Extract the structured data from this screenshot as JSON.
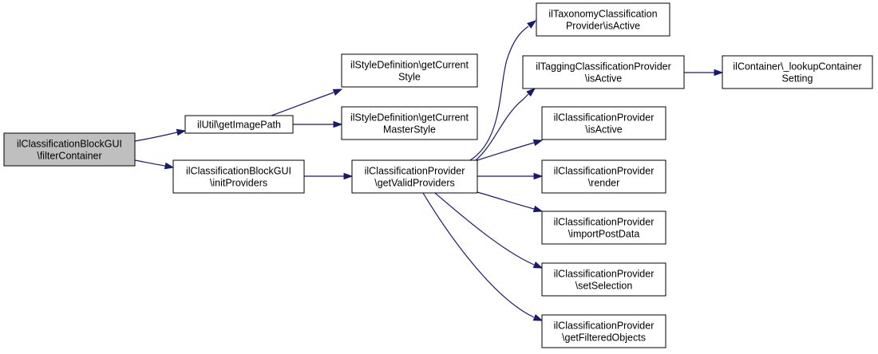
{
  "diagram": {
    "type": "call-graph",
    "colors": {
      "edge": "#191970",
      "root_fill": "#bfbfbf",
      "node_fill": "#ffffff",
      "border": "#000000"
    },
    "nodes": [
      {
        "id": "filterContainer",
        "lines": [
          "ilClassificationBlockGUI",
          "\\filterContainer"
        ],
        "root": true
      },
      {
        "id": "getImagePath",
        "lines": [
          "ilUtil\\getImagePath"
        ]
      },
      {
        "id": "initProviders",
        "lines": [
          "ilClassificationBlockGUI",
          "\\initProviders"
        ]
      },
      {
        "id": "getCurrentStyle",
        "lines": [
          "ilStyleDefinition\\getCurrent",
          "Style"
        ]
      },
      {
        "id": "getCurrentMasterStyle",
        "lines": [
          "ilStyleDefinition\\getCurrent",
          "MasterStyle"
        ]
      },
      {
        "id": "getValidProviders",
        "lines": [
          "ilClassificationProvider",
          "\\getValidProviders"
        ]
      },
      {
        "id": "taxonomyIsActive",
        "lines": [
          "ilTaxonomyClassification",
          "Provider\\isActive"
        ]
      },
      {
        "id": "taggingIsActive",
        "lines": [
          "ilTaggingClassificationProvider",
          "\\isActive"
        ]
      },
      {
        "id": "lookupContainerSetting",
        "lines": [
          "ilContainer\\_lookupContainer",
          "Setting"
        ]
      },
      {
        "id": "providerIsActive",
        "lines": [
          "ilClassificationProvider",
          "\\isActive"
        ]
      },
      {
        "id": "providerRender",
        "lines": [
          "ilClassificationProvider",
          "\\render"
        ]
      },
      {
        "id": "providerImportPostData",
        "lines": [
          "ilClassificationProvider",
          "\\importPostData"
        ]
      },
      {
        "id": "providerSetSelection",
        "lines": [
          "ilClassificationProvider",
          "\\setSelection"
        ]
      },
      {
        "id": "providerGetFilteredObjects",
        "lines": [
          "ilClassificationProvider",
          "\\getFilteredObjects"
        ]
      }
    ],
    "edges": [
      {
        "from": "filterContainer",
        "to": "getImagePath"
      },
      {
        "from": "filterContainer",
        "to": "initProviders"
      },
      {
        "from": "getImagePath",
        "to": "getCurrentStyle"
      },
      {
        "from": "getImagePath",
        "to": "getCurrentMasterStyle"
      },
      {
        "from": "initProviders",
        "to": "getValidProviders"
      },
      {
        "from": "getValidProviders",
        "to": "taxonomyIsActive"
      },
      {
        "from": "getValidProviders",
        "to": "taggingIsActive"
      },
      {
        "from": "getValidProviders",
        "to": "providerIsActive"
      },
      {
        "from": "getValidProviders",
        "to": "providerRender"
      },
      {
        "from": "getValidProviders",
        "to": "providerImportPostData"
      },
      {
        "from": "getValidProviders",
        "to": "providerSetSelection"
      },
      {
        "from": "getValidProviders",
        "to": "providerGetFilteredObjects"
      },
      {
        "from": "taggingIsActive",
        "to": "lookupContainerSetting"
      }
    ]
  }
}
